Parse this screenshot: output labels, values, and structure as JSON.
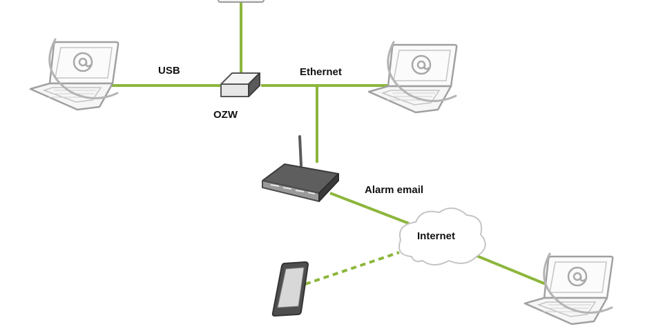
{
  "labels": {
    "usb": "USB",
    "ethernet": "Ethernet",
    "ozw": "OZW",
    "alarm_email": "Alarm email",
    "internet": "Internet"
  },
  "icons": {
    "laptop": "laptop-email-icon",
    "gateway": "ozw-gateway-icon",
    "router": "wifi-router-icon",
    "cloud": "internet-cloud-icon",
    "phone": "smartphone-icon"
  },
  "colors": {
    "link": "#8cb63c",
    "device_outline": "#9a9a9a",
    "device_dark": "#4a4a4a",
    "cloud_outline": "#c8c8c8"
  }
}
